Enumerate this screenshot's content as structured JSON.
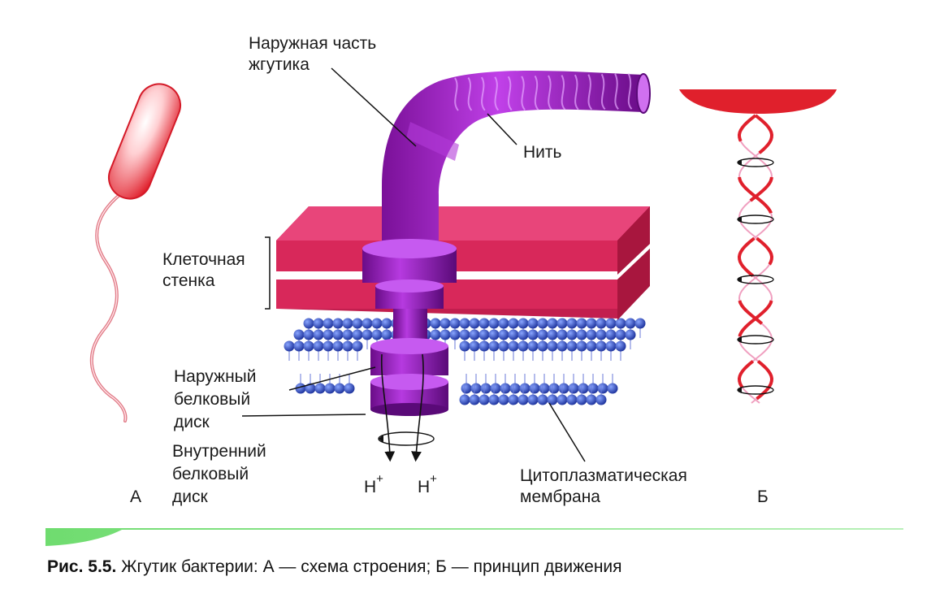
{
  "labels": {
    "outer_part_1": "Наружная часть",
    "outer_part_2": "жгутика",
    "filament": "Нить",
    "cell_wall_1": "Клеточная",
    "cell_wall_2": "стенка",
    "outer_disc_1": "Наружный",
    "outer_disc_2": "белковый",
    "outer_disc_3": "диск",
    "inner_disc_1": "Внутренний",
    "inner_disc_2": "белковый",
    "inner_disc_3": "диск",
    "proton_1": "H",
    "proton_2": "H",
    "proton_charge": "+",
    "membrane_1": "Цитоплазматическая",
    "membrane_2": "мембрана",
    "panel_a": "А",
    "panel_b": "Б"
  },
  "caption": {
    "prefix": "Рис. 5.5.",
    "text": " Жгутик бактерии: А — схема строения; Б — принцип движения"
  },
  "colors": {
    "bacterium": "#e0202c",
    "cell_wall": "#d8285a",
    "flagellum": "#a020c8",
    "membrane": "#2a48c8",
    "accent_green": "#7ddc7a"
  }
}
